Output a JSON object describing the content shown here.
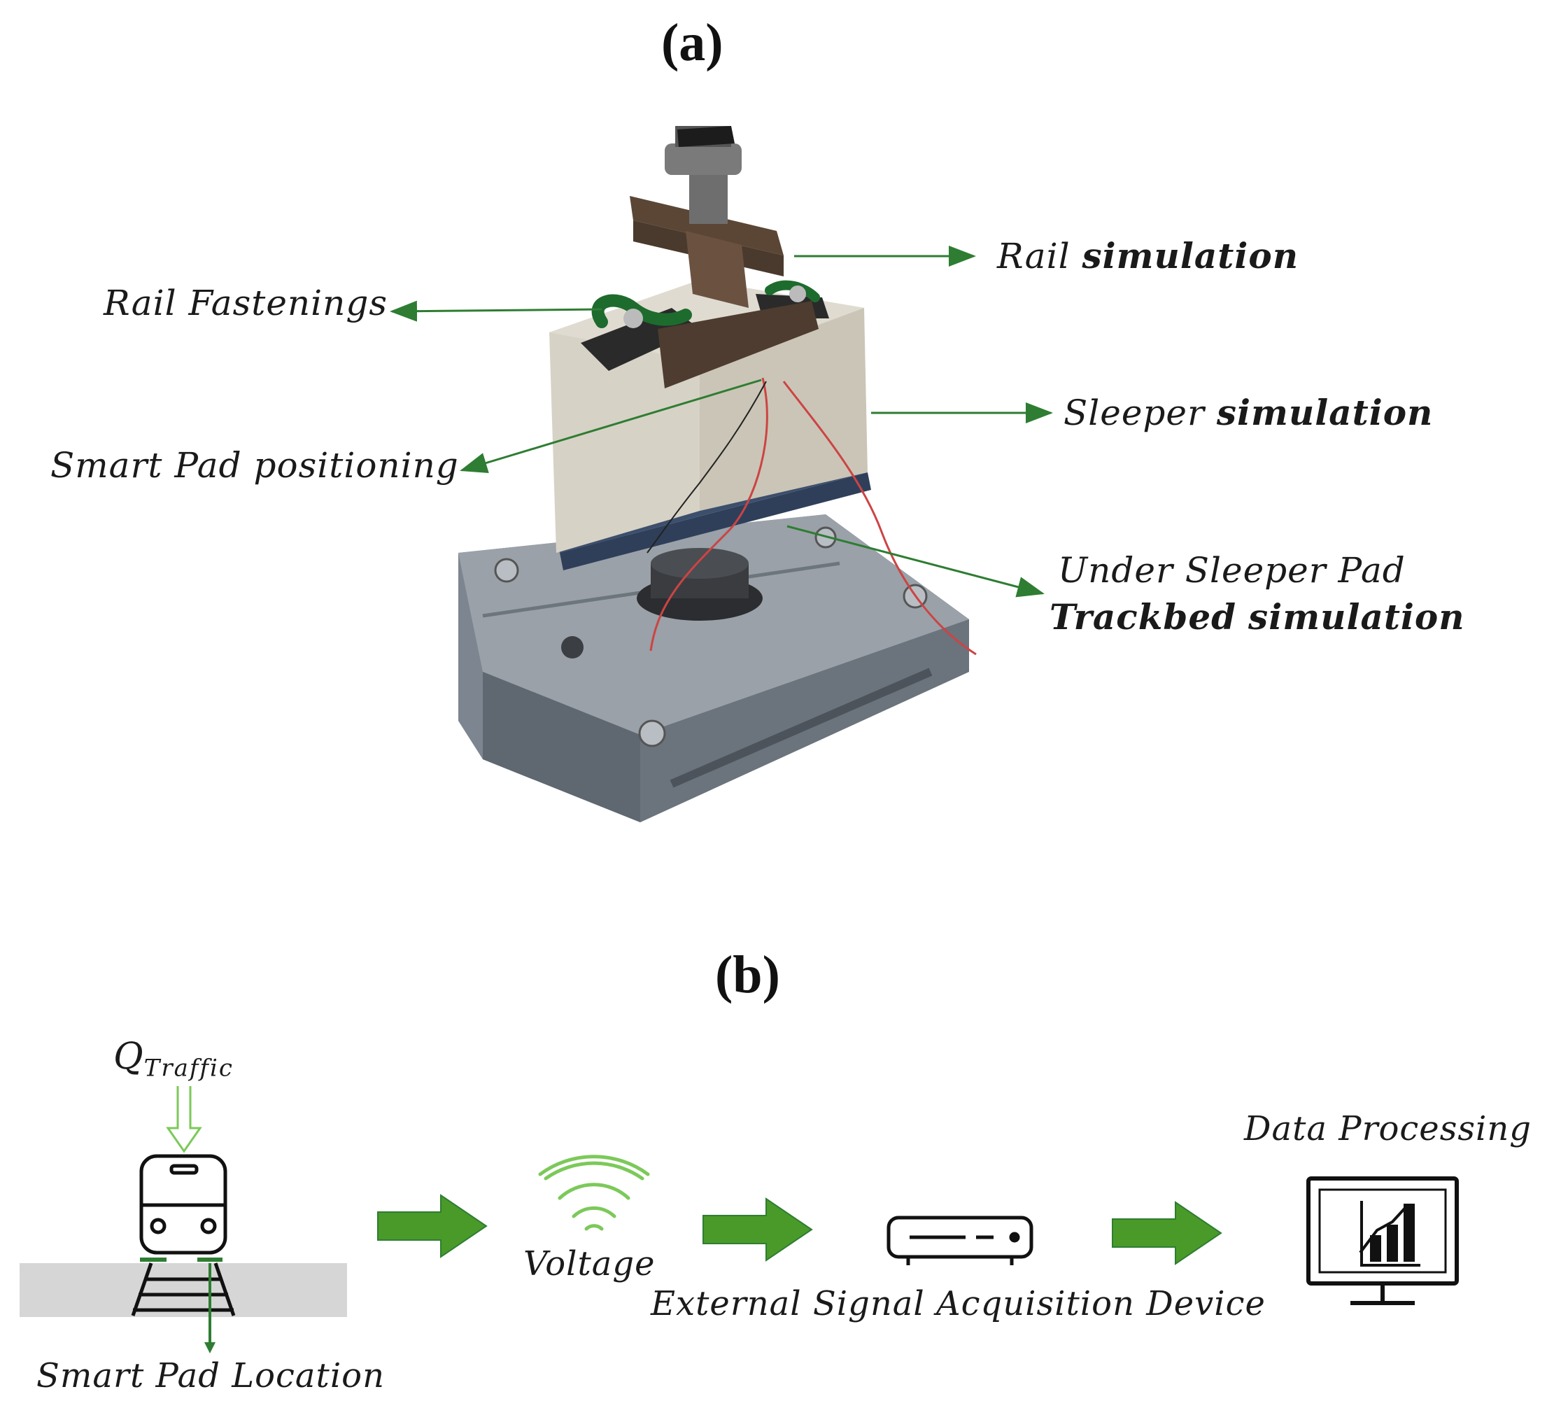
{
  "panel_a": {
    "label": "(a)",
    "callouts": {
      "rail_fastenings": "Rail Fastenings",
      "rail_simulation_1": "Rail ",
      "rail_simulation_2": "simulation",
      "sleeper_simulation_1": "Sleeper ",
      "sleeper_simulation_2": "simulation",
      "smart_pad_positioning": "Smart Pad positioning",
      "under_sleeper_pad": "Under Sleeper Pad",
      "trackbed_simulation_1": "Trackbed",
      "trackbed_simulation_2": "simulation"
    }
  },
  "panel_b": {
    "label": "(b)",
    "q_main": "Q",
    "q_sub": "Traffic",
    "smart_pad_location": "Smart Pad Location",
    "voltage": "Voltage",
    "external_device": "External Signal Acquisition Device",
    "data_processing": "Data Processing"
  },
  "colors": {
    "arrow_green": "#4a9a2a",
    "line_green": "#2e7d32",
    "light_green": "#7cc95a"
  },
  "icons": [
    "train-icon",
    "wifi-icon",
    "acquisition-device-icon",
    "monitor-chart-icon"
  ]
}
